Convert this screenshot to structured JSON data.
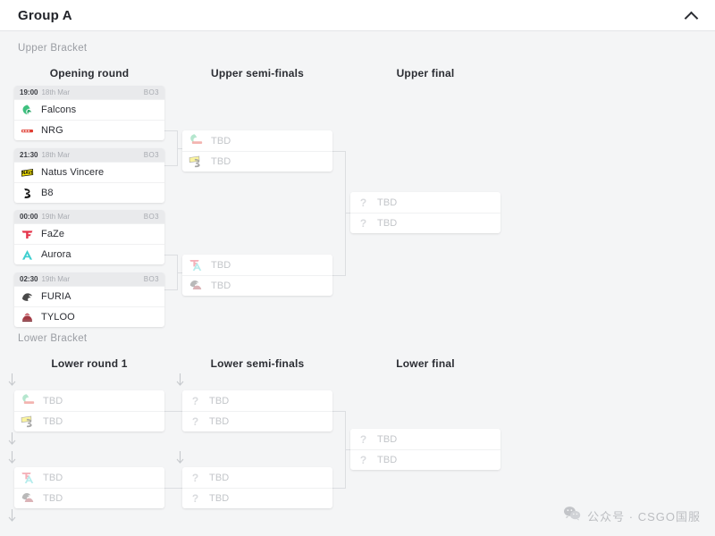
{
  "header": {
    "title": "Group A",
    "collapse_icon": "chevron-up-icon"
  },
  "brackets": {
    "upper_label": "Upper Bracket",
    "lower_label": "Lower Bracket"
  },
  "rounds": {
    "opening": "Opening round",
    "upper_semis": "Upper semi-finals",
    "upper_final": "Upper final",
    "lower_r1": "Lower round 1",
    "lower_semis": "Lower semi-finals",
    "lower_final": "Lower final"
  },
  "labels": {
    "tbd": "TBD",
    "bo3": "BO3"
  },
  "matches": {
    "opening": [
      {
        "time": "19:00",
        "date": "18th Mar",
        "format": "BO3",
        "teams": [
          {
            "name": "Falcons",
            "logo": "falcons-logo"
          },
          {
            "name": "NRG",
            "logo": "nrg-logo"
          }
        ]
      },
      {
        "time": "21:30",
        "date": "18th Mar",
        "format": "BO3",
        "teams": [
          {
            "name": "Natus Vincere",
            "logo": "navi-logo"
          },
          {
            "name": "B8",
            "logo": "b8-logo"
          }
        ]
      },
      {
        "time": "00:00",
        "date": "19th Mar",
        "format": "BO3",
        "teams": [
          {
            "name": "FaZe",
            "logo": "faze-logo"
          },
          {
            "name": "Aurora",
            "logo": "aurora-logo"
          }
        ]
      },
      {
        "time": "02:30",
        "date": "19th Mar",
        "format": "BO3",
        "teams": [
          {
            "name": "FURIA",
            "logo": "furia-logo"
          },
          {
            "name": "TYLOO",
            "logo": "tyloo-logo"
          }
        ]
      }
    ],
    "upper_semis": [
      {
        "teams": [
          {
            "name": "TBD",
            "logo_stack": [
              "falcons-logo",
              "nrg-logo"
            ]
          },
          {
            "name": "TBD",
            "logo_stack": [
              "navi-logo",
              "b8-logo"
            ]
          }
        ]
      },
      {
        "teams": [
          {
            "name": "TBD",
            "logo_stack": [
              "faze-logo",
              "aurora-logo"
            ]
          },
          {
            "name": "TBD",
            "logo_stack": [
              "furia-logo",
              "tyloo-logo"
            ]
          }
        ]
      }
    ],
    "upper_final": [
      {
        "teams": [
          {
            "name": "TBD",
            "logo": "question-icon"
          },
          {
            "name": "TBD",
            "logo": "question-icon"
          }
        ]
      }
    ],
    "lower_r1": [
      {
        "teams": [
          {
            "name": "TBD",
            "logo_stack": [
              "falcons-logo",
              "nrg-logo"
            ]
          },
          {
            "name": "TBD",
            "logo_stack": [
              "navi-logo",
              "b8-logo"
            ]
          }
        ]
      },
      {
        "teams": [
          {
            "name": "TBD",
            "logo_stack": [
              "faze-logo",
              "aurora-logo"
            ]
          },
          {
            "name": "TBD",
            "logo_stack": [
              "furia-logo",
              "tyloo-logo"
            ]
          }
        ]
      }
    ],
    "lower_semis": [
      {
        "teams": [
          {
            "name": "TBD",
            "logo": "question-icon"
          },
          {
            "name": "TBD",
            "logo": "question-icon"
          }
        ]
      },
      {
        "teams": [
          {
            "name": "TBD",
            "logo": "question-icon"
          },
          {
            "name": "TBD",
            "logo": "question-icon"
          }
        ]
      }
    ],
    "lower_final": [
      {
        "teams": [
          {
            "name": "TBD",
            "logo": "question-icon"
          },
          {
            "name": "TBD",
            "logo": "question-icon"
          }
        ]
      }
    ]
  },
  "watermark": {
    "icon": "wechat-icon",
    "text": "公众号 · CSGO国服"
  },
  "colors": {
    "background": "#f4f5f6",
    "card": "#ffffff",
    "card_header": "#e9eaec",
    "text": "#2b2d33",
    "muted": "#9a9da3",
    "tbd_text": "#c3c6ca",
    "connector": "#dcdee1",
    "falcons": "#3fc07f",
    "nrg": "#e03c31",
    "navi": "#f5e400",
    "b8": "#1b1b1b",
    "faze": "#e4344a",
    "aurora": "#3ecfcf",
    "furia": "#4a4a4a",
    "tyloo": "#a33a44"
  }
}
